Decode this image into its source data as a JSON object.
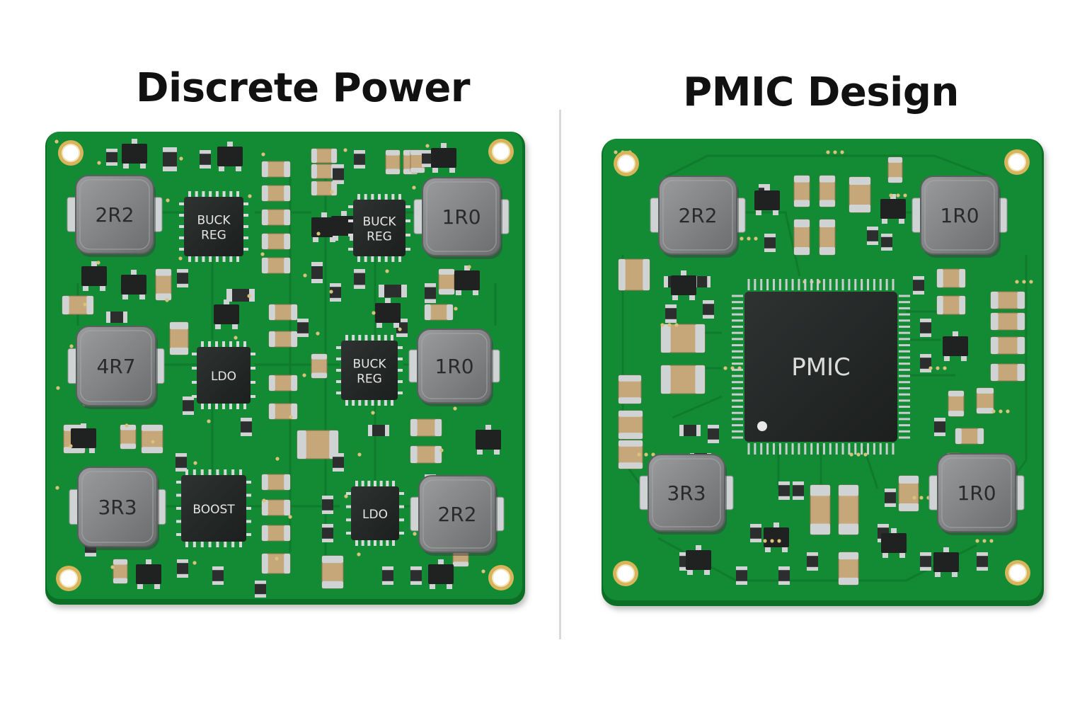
{
  "titles": {
    "left": "Discrete Power",
    "right": "PMIC Design"
  },
  "colors": {
    "background": "#ffffff",
    "pcb_green": "#138a34",
    "pcb_edge": "#0e6e28",
    "trace": "#0f7a2c",
    "gold": "#d8b45a",
    "inductor": "#7d7f80",
    "chip": "#242827",
    "chip_text": "#e6e6e6",
    "inductor_text": "#2a2a2a"
  },
  "discrete_board": {
    "inductors": [
      "2R2",
      "1R0",
      "4R7",
      "1R0",
      "3R3",
      "2R2"
    ],
    "ics": [
      "BUCK\nREG",
      "BUCK\nREG",
      "LDO",
      "BUCK\nREG",
      "BOOST",
      "LDO"
    ]
  },
  "pmic_board": {
    "inductors": [
      "2R2",
      "1R0",
      "3R3",
      "1R0"
    ],
    "main_ic": "PMIC"
  }
}
